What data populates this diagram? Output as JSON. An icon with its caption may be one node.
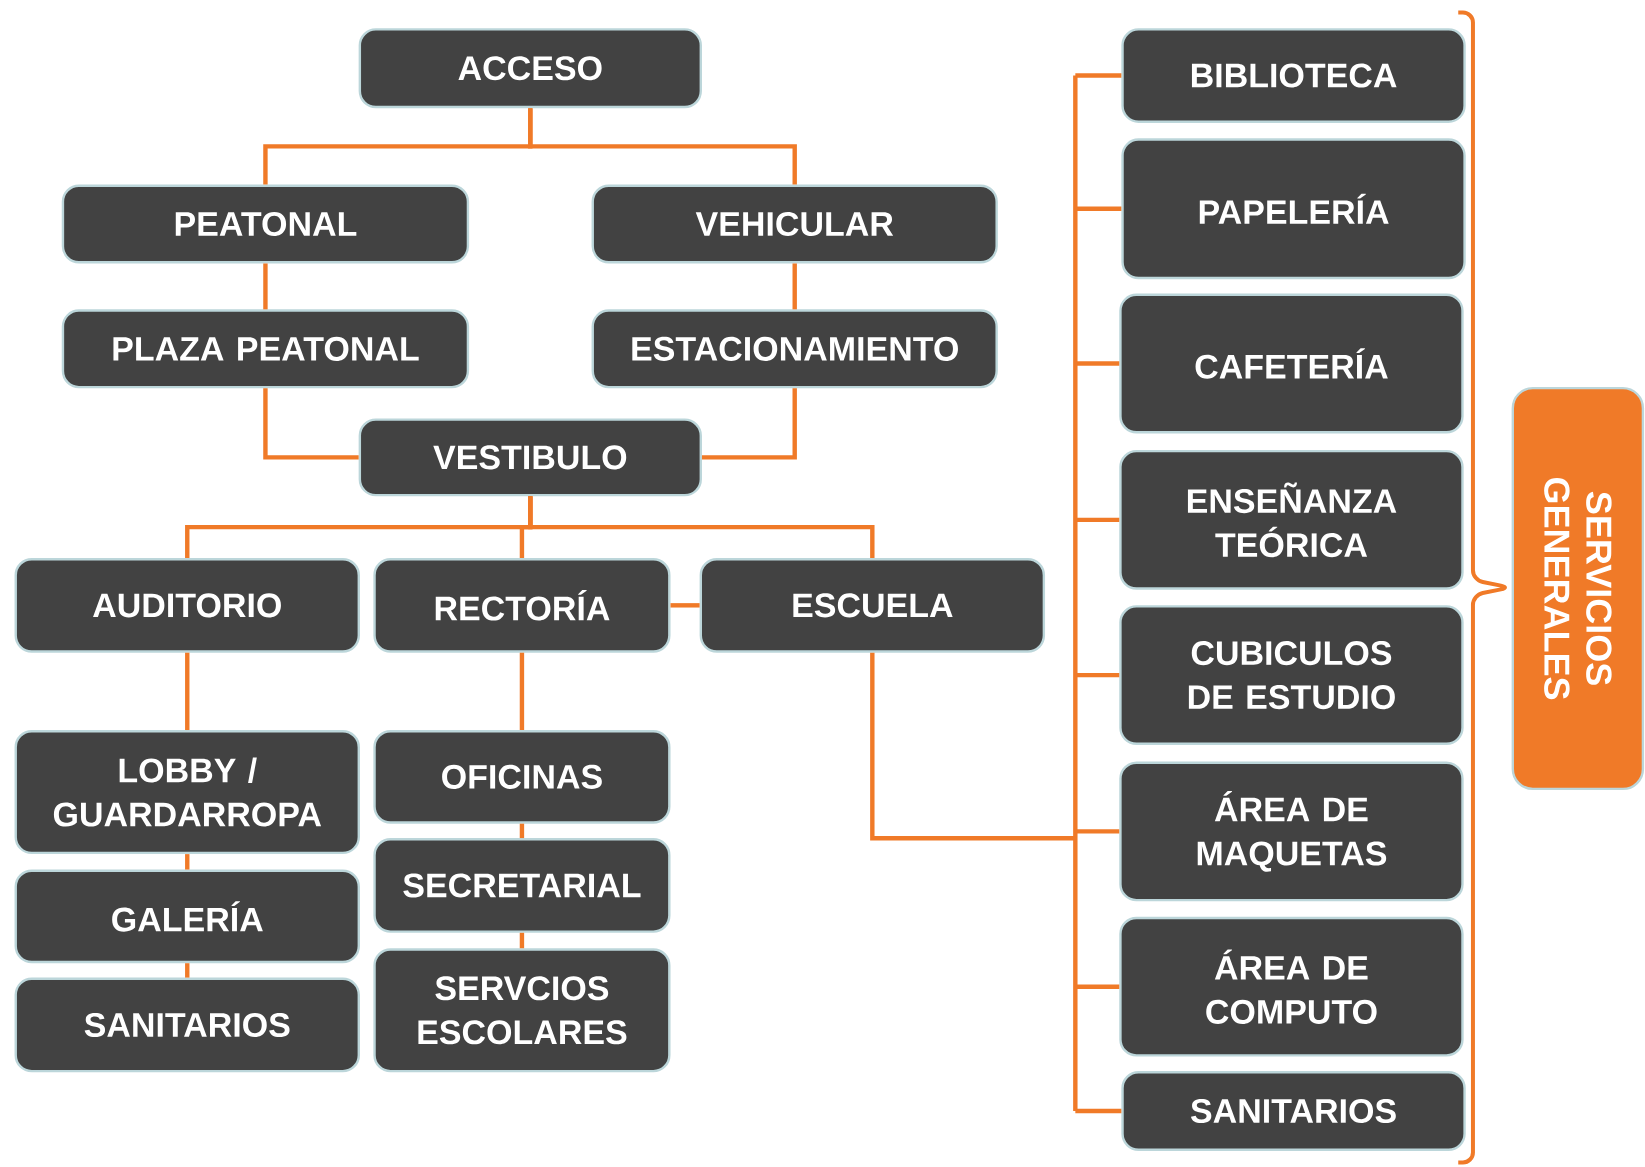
{
  "diagram": {
    "nodes": [
      {
        "text": [
          "ACCESO"
        ]
      },
      {
        "text": [
          "PEATONAL"
        ]
      },
      {
        "text": [
          "VEHICULAR"
        ]
      },
      {
        "text": [
          "PLAZA PEATONAL"
        ]
      },
      {
        "text": [
          "ESTACIONAMIENTO"
        ]
      },
      {
        "text": [
          "VESTIBULO"
        ]
      },
      {
        "text": [
          "AUDITORIO"
        ]
      },
      {
        "text": [
          "RECTORÍA"
        ]
      },
      {
        "text": [
          "ESCUELA"
        ]
      },
      {
        "text": [
          "LOBBY / GUARDARROPA"
        ]
      },
      {
        "text": [
          "GALERÍA"
        ]
      },
      {
        "text": [
          "SANITARIOS"
        ]
      },
      {
        "text": [
          "OFICINAS"
        ]
      },
      {
        "text": [
          "SECRETARIAL"
        ]
      },
      {
        "text": [
          "SERVCIOS ESCOLARES"
        ]
      },
      {
        "text": [
          "BIBLIOTECA"
        ]
      },
      {
        "text": [
          "PAPELERÍA"
        ]
      },
      {
        "text": [
          "CAFETERÍA"
        ]
      },
      {
        "text": [
          "ENSEÑANZA TEÓRICA"
        ]
      },
      {
        "text": [
          "CUBICULOS DE ESTUDIO"
        ]
      },
      {
        "text": [
          "ÁREA DE MAQUETAS"
        ]
      },
      {
        "text": [
          "ÁREA DE COMPUTO"
        ]
      },
      {
        "text": [
          "SANITARIOS"
        ]
      },
      {
        "text": [
          "SERVICIOS GENERALES"
        ]
      }
    ],
    "edges": [
      {
        "from": 0,
        "to": 1,
        "arrow": "none"
      },
      {
        "from": 0,
        "to": 2,
        "arrow": "none"
      },
      {
        "from": 1,
        "to": 3,
        "arrow": "none"
      },
      {
        "from": 2,
        "to": 4,
        "arrow": "none"
      },
      {
        "from": 3,
        "to": 5,
        "arrow": "none"
      },
      {
        "from": 4,
        "to": 5,
        "arrow": "none"
      },
      {
        "from": 5,
        "to": 6,
        "arrow": "none"
      },
      {
        "from": 5,
        "to": 7,
        "arrow": "none"
      },
      {
        "from": 5,
        "to": 8,
        "arrow": "none"
      },
      {
        "from": 7,
        "to": 8,
        "arrow": "none"
      },
      {
        "from": 6,
        "to": 9,
        "arrow": "none"
      },
      {
        "from": 9,
        "to": 10,
        "arrow": "none"
      },
      {
        "from": 10,
        "to": 11,
        "arrow": "none"
      },
      {
        "from": 7,
        "to": 12,
        "arrow": "none"
      },
      {
        "from": 12,
        "to": 13,
        "arrow": "none"
      },
      {
        "from": 13,
        "to": 14,
        "arrow": "none"
      },
      {
        "from": 8,
        "to": 15,
        "arrow": "none"
      },
      {
        "from": 8,
        "to": 16,
        "arrow": "none"
      },
      {
        "from": 8,
        "to": 17,
        "arrow": "none"
      },
      {
        "from": 8,
        "to": 18,
        "arrow": "none"
      },
      {
        "from": 8,
        "to": 19,
        "arrow": "none"
      },
      {
        "from": 8,
        "to": 20,
        "arrow": "none"
      },
      {
        "from": 8,
        "to": 21,
        "arrow": "none"
      },
      {
        "from": 8,
        "to": 22,
        "arrow": "none"
      }
    ]
  }
}
